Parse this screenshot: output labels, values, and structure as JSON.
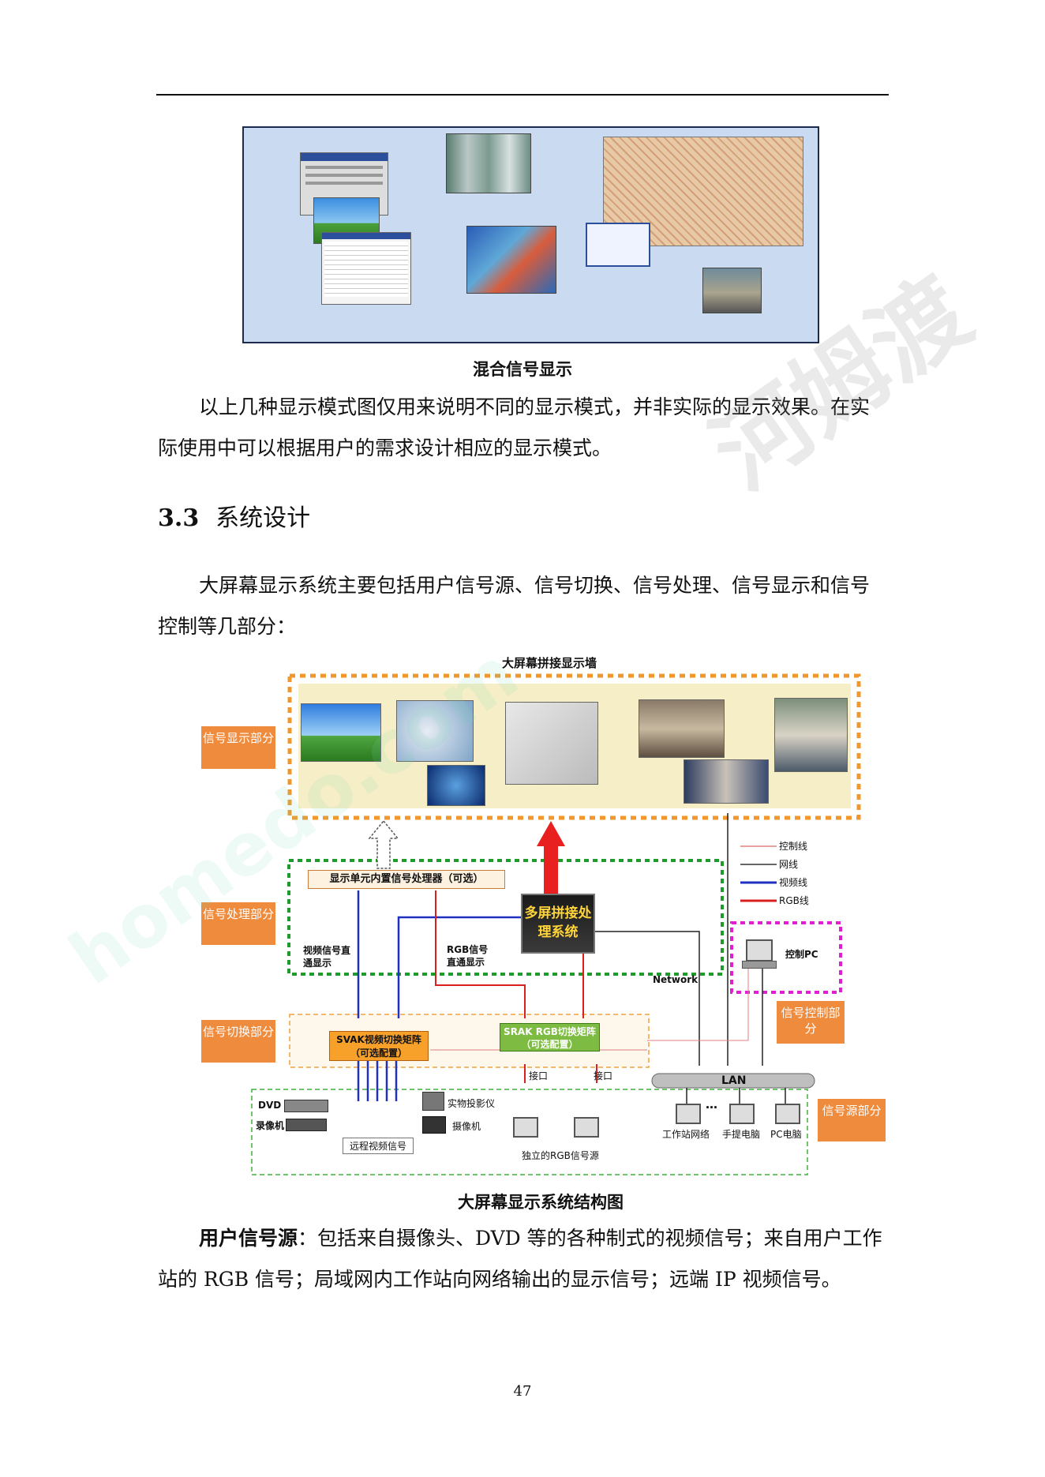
{
  "figure1": {
    "caption": "混合信号显示"
  },
  "para1": "以上几种显示模式图仅用来说明不同的显示模式，并非实际的显示效果。在实际使用中可以根据用户的需求设计相应的显示模式。",
  "section": {
    "number": "3.3",
    "title": "系统设计"
  },
  "para2": "大屏幕显示系统主要包括用户信号源、信号切换、信号处理、信号显示和信号控制等几部分：",
  "diagram": {
    "wall_title": "大屏幕拼接显示墙",
    "zone_display": "信号显示部分",
    "zone_processing": "信号处理部分",
    "zone_switching": "信号切换部分",
    "zone_control": "信号控制部分",
    "zone_source": "信号源部分",
    "builtin_processor": "显示单元内置信号处理器（可选）",
    "multiscreen_processor": "多屏拼接处理系统",
    "legend": [
      "控制线",
      "网线",
      "视频线",
      "RGB线"
    ],
    "control_pc": "控制PC",
    "network": "Network",
    "video_direct": "视频信号直通显示",
    "rgb_direct": "RGB信号直通显示",
    "svak": "SVAK视频切换矩阵（可选配置）",
    "srak": "SRAK RGB切换矩阵（可选配置）",
    "interface1": "接口",
    "interface2": "接口",
    "lan": "LAN",
    "dvd": "DVD",
    "vcr": "录像机",
    "doc_cam": "实物投影仪",
    "camera": "摄像机",
    "remote_video": "远程视频信号",
    "rgb_sources": "独立的RGB信号源",
    "workstation_net": "工作站网络",
    "laptop": "手提电脑",
    "pc": "PC电脑",
    "dots": "…"
  },
  "figure2": {
    "caption": "大屏幕显示系统结构图"
  },
  "para3": {
    "lead": "用户信号源",
    "text": "：包括来自摄像头、DVD 等的各种制式的视频信号；来自用户工作站的 RGB 信号；局域网内工作站向网络输出的显示信号；远端 IP 视频信号。"
  },
  "page_number": "47",
  "watermark": {
    "cn": "河姆渡",
    "en": "homedo.com"
  }
}
